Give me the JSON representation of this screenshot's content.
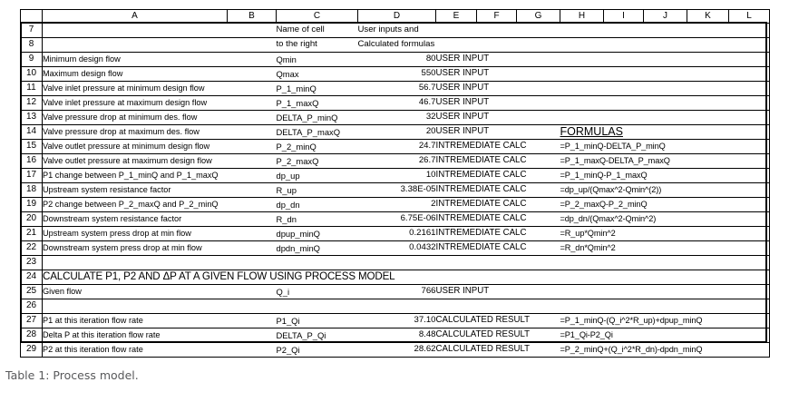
{
  "caption": "Table 1: Process model.",
  "column_headers": [
    "A",
    "B",
    "C",
    "D",
    "E",
    "F",
    "G",
    "H",
    "I",
    "J",
    "K",
    "L"
  ],
  "formulas_header": "FORMULAS",
  "section_header": "CALCULATE P1, P2 AND ΔP AT A GIVEN FLOW USING PROCESS MODEL",
  "col_header_c_line1": "Name of cell",
  "col_header_c_line2": "to the right",
  "col_header_d_line1": "User inputs and",
  "col_header_d_line2": "Calculated formulas",
  "rows": [
    {
      "num": "7",
      "desc": "",
      "name": "Name of cell",
      "value": "",
      "kind": "",
      "formula": "",
      "style": "header"
    },
    {
      "num": "8",
      "desc": "",
      "name": "to the right",
      "value": "",
      "kind": "",
      "formula": "",
      "style": "header"
    },
    {
      "num": "9",
      "desc": "Minimum design flow",
      "name": "Qmin",
      "value": "80",
      "kind": "USER INPUT",
      "formula": ""
    },
    {
      "num": "10",
      "desc": "Maximum design flow",
      "name": "Qmax",
      "value": "550",
      "kind": "USER INPUT",
      "formula": ""
    },
    {
      "num": "11",
      "desc": "Valve inlet pressure at minimum design flow",
      "name": "P_1_minQ",
      "value": "56.7",
      "kind": "USER INPUT",
      "formula": ""
    },
    {
      "num": "12",
      "desc": "Valve inlet pressure at maximum design flow",
      "name": "P_1_maxQ",
      "value": "46.7",
      "kind": "USER INPUT",
      "formula": ""
    },
    {
      "num": "13",
      "desc": "Valve pressure drop at minimum des. flow",
      "name": "DELTA_P_minQ",
      "value": "32",
      "kind": "USER INPUT",
      "formula": ""
    },
    {
      "num": "14",
      "desc": "Valve pressure drop at maximum des. flow",
      "name": "DELTA_P_maxQ",
      "value": "20",
      "kind": "USER INPUT",
      "formula": "FORMULAS",
      "formula_style": "head"
    },
    {
      "num": "15",
      "desc": "Valve outlet pressure at minimum design flow",
      "name": "P_2_minQ",
      "value": "24.7",
      "kind": "INTREMEDIATE CALC",
      "formula": "=P_1_minQ-DELTA_P_minQ"
    },
    {
      "num": "16",
      "desc": "Valve outlet pressure at maximum design flow",
      "name": "P_2_maxQ",
      "value": "26.7",
      "kind": "INTREMEDIATE CALC",
      "formula": "=P_1_maxQ-DELTA_P_maxQ"
    },
    {
      "num": "17",
      "desc": "P1 change between P_1_minQ and P_1_maxQ",
      "name": "dp_up",
      "value": "10",
      "kind": "INTREMEDIATE CALC",
      "formula": "=P_1_minQ-P_1_maxQ"
    },
    {
      "num": "18",
      "desc": "Upstream system resistance factor",
      "name": "R_up",
      "value": "3.38E-05",
      "kind": "INTREMEDIATE CALC",
      "formula": "=dp_up/(Qmax^2-Qmin^(2))"
    },
    {
      "num": "19",
      "desc": "P2 change between P_2_maxQ and P_2_minQ",
      "name": "dp_dn",
      "value": "2",
      "kind": "INTREMEDIATE CALC",
      "formula": "=P_2_maxQ-P_2_minQ"
    },
    {
      "num": "20",
      "desc": "Downstream system resistance factor",
      "name": "R_dn",
      "value": "6.75E-06",
      "kind": "INTREMEDIATE CALC",
      "formula": "=dp_dn/(Qmax^2-Qmin^2)"
    },
    {
      "num": "21",
      "desc": "Upstream system press drop at min flow",
      "name": "dpup_minQ",
      "value": "0.2161",
      "kind": "INTREMEDIATE CALC",
      "formula": "=R_up*Qmin^2"
    },
    {
      "num": "22",
      "desc": "Downstream system press drop at min flow",
      "name": "dpdn_minQ",
      "value": "0.0432",
      "kind": "INTREMEDIATE CALC",
      "formula": "=R_dn*Qmin^2"
    },
    {
      "num": "23",
      "desc": "",
      "name": "",
      "value": "",
      "kind": "",
      "formula": ""
    },
    {
      "num": "24",
      "desc": "CALCULATE P1, P2 AND ΔP AT A GIVEN FLOW USING PROCESS MODEL",
      "name": "",
      "value": "",
      "kind": "",
      "formula": "",
      "style": "section"
    },
    {
      "num": "25",
      "desc": "Given flow",
      "name": "Q_i",
      "value": "766",
      "kind": "USER INPUT",
      "formula": "",
      "style": "boldlabel"
    },
    {
      "num": "26",
      "desc": "",
      "name": "",
      "value": "",
      "kind": "",
      "formula": ""
    },
    {
      "num": "27",
      "desc": "P1 at this iteration flow rate",
      "name": "P1_Qi",
      "value": "37.10",
      "kind": "CALCULATED RESULT",
      "formula": "=P_1_minQ-(Q_i^2*R_up)+dpup_minQ"
    },
    {
      "num": "28",
      "desc": "Delta P at this iteration flow rate",
      "name": "DELTA_P_Qi",
      "value": "8.48",
      "kind": "CALCULATED RESULT",
      "formula": "=P1_Qi-P2_Qi"
    },
    {
      "num": "29",
      "desc": "P2 at this iteration flow rate",
      "name": "P2_Qi",
      "value": "28.62",
      "kind": "CALCULATED RESULT",
      "formula": "=P_2_minQ+(Q_i^2*R_dn)-dpdn_minQ"
    }
  ]
}
